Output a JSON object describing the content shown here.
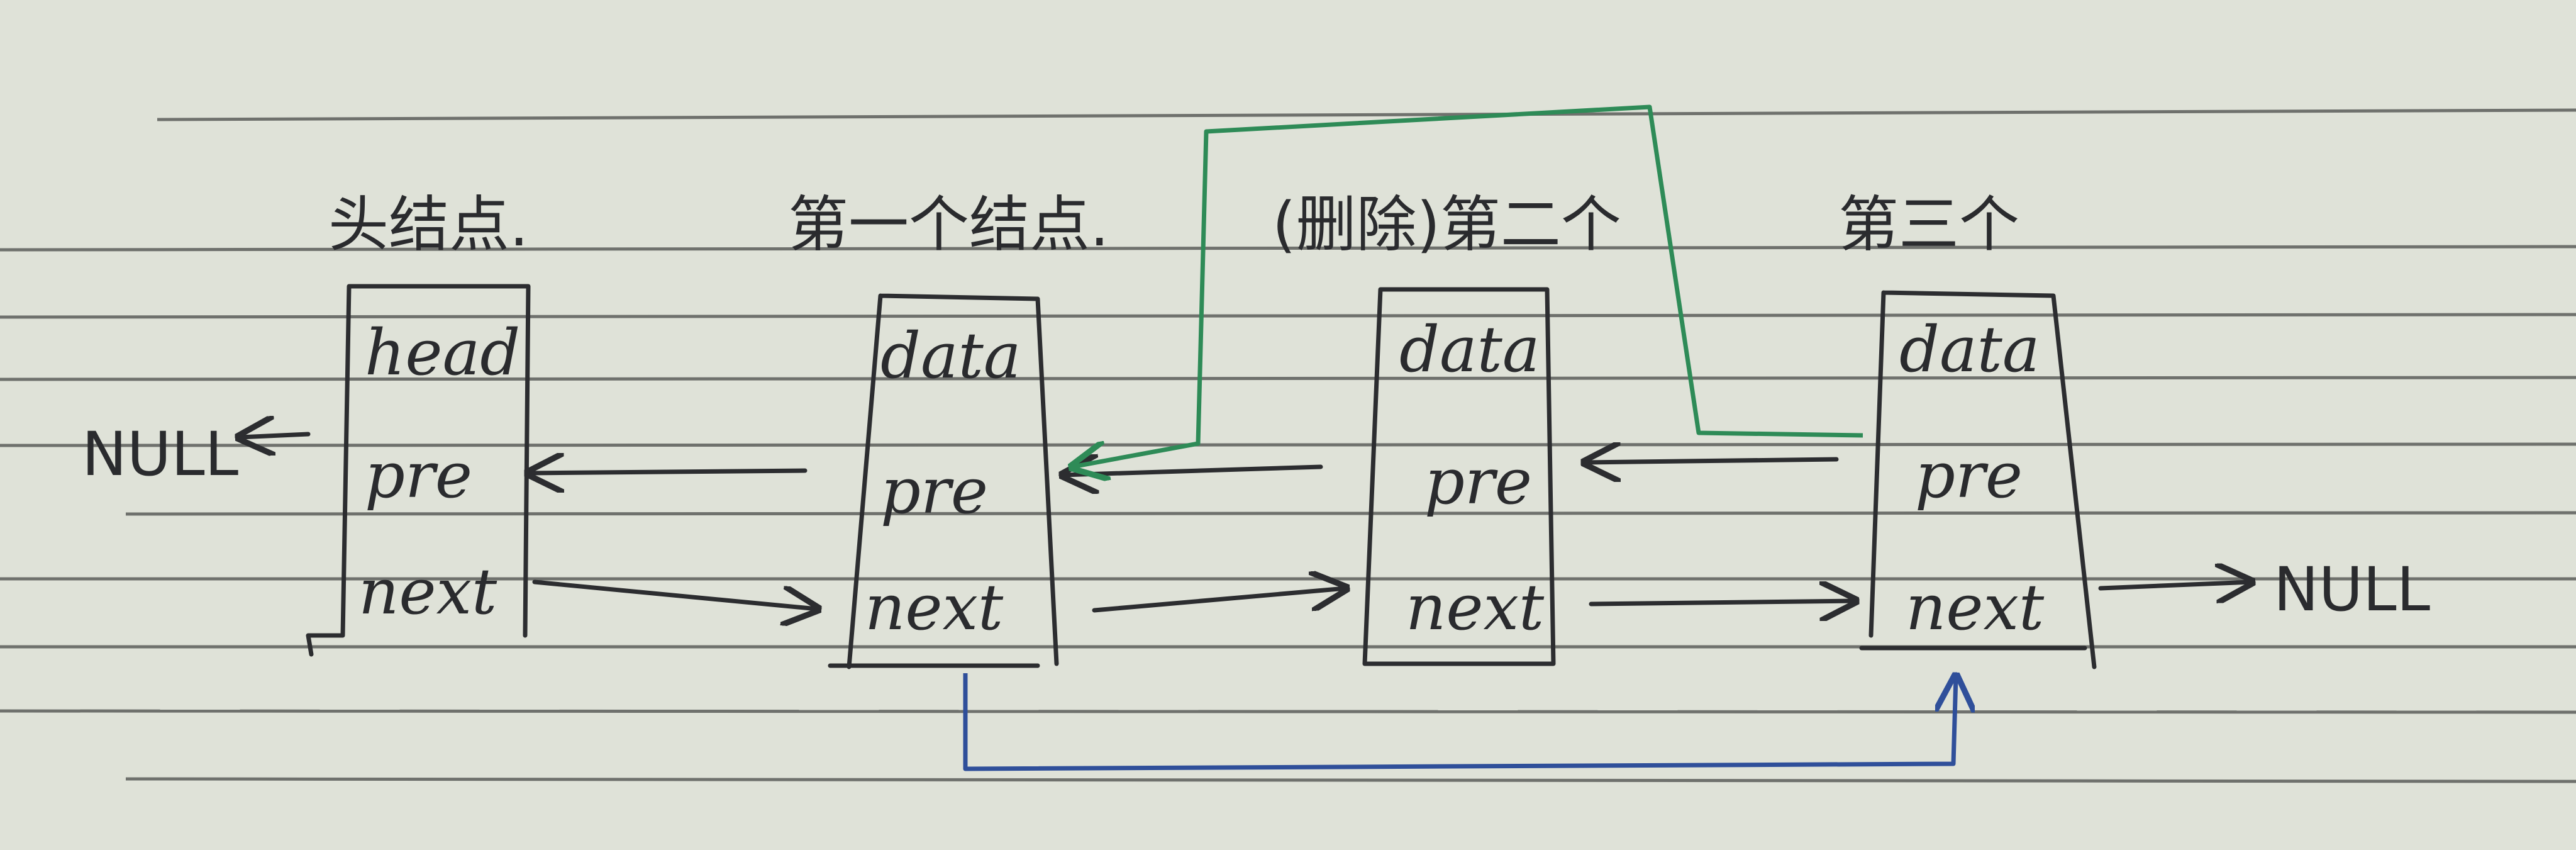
{
  "labels": {
    "head_node": "头结点.",
    "first_node": "第一个结点.",
    "second_node": "(删除)第二个",
    "third_node": "第三个"
  },
  "nodes": [
    {
      "fields": [
        "head",
        "pre",
        "next"
      ]
    },
    {
      "fields": [
        "data",
        "pre",
        "next"
      ]
    },
    {
      "fields": [
        "data",
        "pre",
        "next"
      ]
    },
    {
      "fields": [
        "data",
        "pre",
        "next"
      ]
    }
  ],
  "null_left": "NULL",
  "null_right": "NULL",
  "colors": {
    "ink": "#2c2d30",
    "paper": "#dfe2d8",
    "green_link": "#2e8b57",
    "blue_link": "#2f4f9a"
  }
}
